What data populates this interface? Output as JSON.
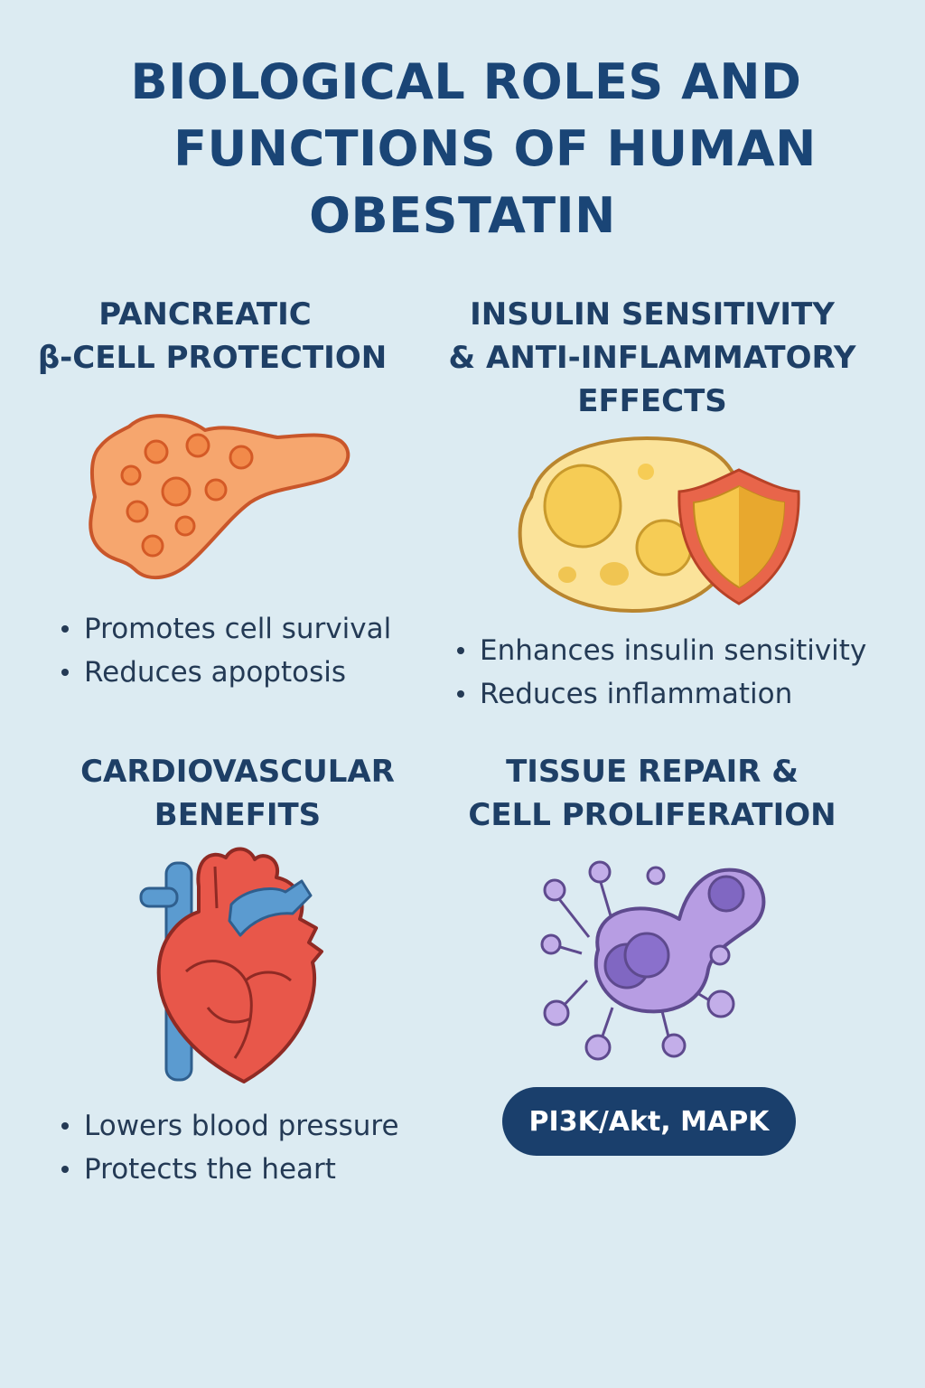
{
  "title": {
    "line1": "BIOLOGICAL ROLES AND",
    "line2": "FUNCTIONS OF HUMAN",
    "line3": "OBESTATIN"
  },
  "sections": {
    "pancreatic": {
      "title_line1": "PANCREATIC",
      "title_line2": "β-CELL PROTECTION",
      "icon": "pancreas-icon",
      "bullets": [
        "Promotes cell survival",
        "Reduces apoptosis"
      ]
    },
    "insulin": {
      "title_line1": "INSULIN SENSITIVITY",
      "title_line2": "& ANTI-INFLAMMATORY",
      "title_line3": "EFFECTS",
      "icon": "fat-cell-shield-icon",
      "bullets": [
        "Enhances insulin sensitivity",
        "Reduces inflammation"
      ]
    },
    "cardiovascular": {
      "title_line1": "CARDIOVASCULAR",
      "title_line2": "BENEFITS",
      "icon": "heart-icon",
      "bullets": [
        "Lowers blood pressure",
        "Protects the heart"
      ]
    },
    "tissue": {
      "title_line1": "TISSUE REPAIR &",
      "title_line2": "CELL PROLIFERATION",
      "icon": "dividing-cell-icon",
      "badge": "PI3K/Akt, MAPK"
    }
  },
  "colors": {
    "background": "#dcebf2",
    "title": "#1a4576",
    "badge": "#1a3f6c"
  }
}
